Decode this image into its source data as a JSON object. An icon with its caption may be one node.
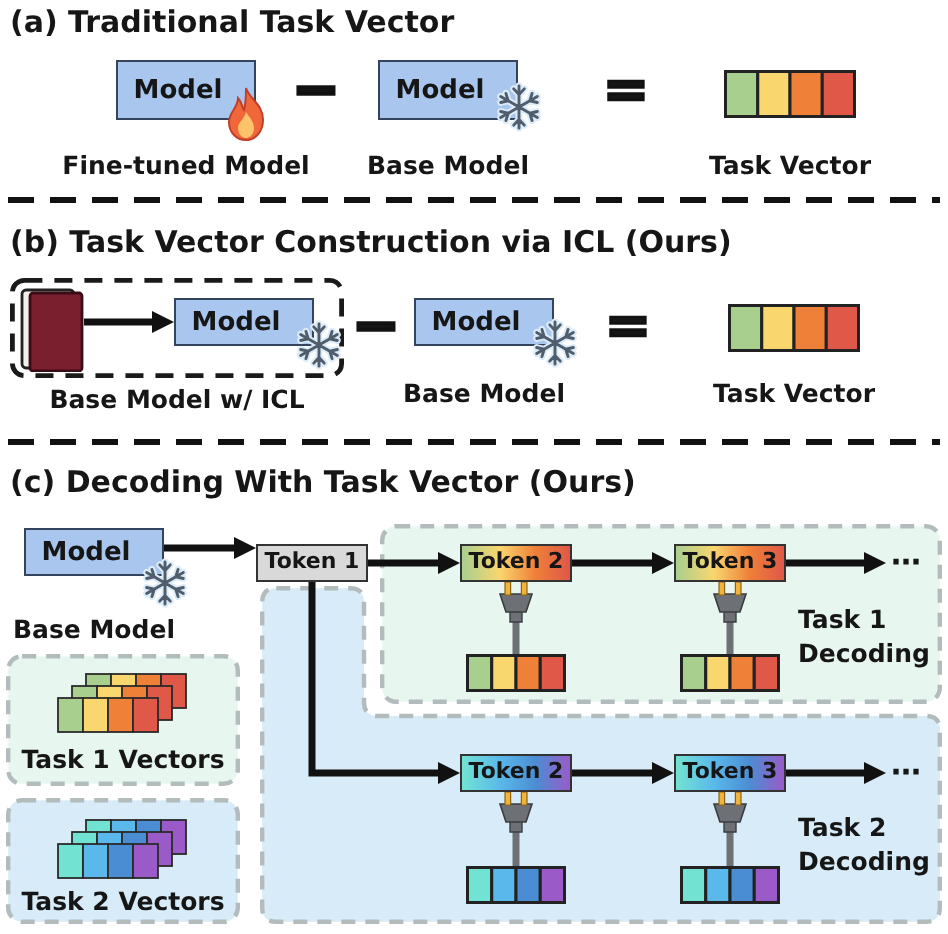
{
  "diagram": {
    "nodes": [
      {
        "text": [
          "Model"
        ],
        "beside": [
          "Fine-tuned Model"
        ]
      },
      {
        "text": [
          "Model"
        ],
        "beside": [
          "Base Model"
        ]
      },
      {
        "text": [],
        "shape": "bar",
        "beside": [
          "Task Vector"
        ]
      },
      {
        "text": [
          "Base Model w/ ICL"
        ]
      },
      {
        "text": [],
        "shape": "book",
        "in": 3
      },
      {
        "text": [
          "Model"
        ],
        "in": 3
      },
      {
        "text": [
          "Model"
        ],
        "beside": [
          "Base Model"
        ]
      },
      {
        "text": [],
        "shape": "bar",
        "beside": [
          "Task Vector"
        ]
      },
      {
        "text": [
          "Model"
        ],
        "beside": [
          "Base Model"
        ]
      },
      {
        "text": [
          "Token 1"
        ]
      },
      {
        "text": [
          "Task 1 Vectors"
        ]
      },
      {
        "text": [
          "Task 2 Vectors"
        ]
      },
      {
        "text": [
          "Task 1 Decoding"
        ]
      },
      {
        "text": [
          "Token 2"
        ],
        "in": 12
      },
      {
        "text": [],
        "shape": "bar",
        "in": 12
      },
      {
        "text": [
          "Token 3"
        ],
        "in": 12
      },
      {
        "text": [],
        "shape": "bar",
        "in": 12
      },
      {
        "text": [
          "⋯"
        ],
        "in": 12
      },
      {
        "text": [
          "Task 2 Decoding"
        ]
      },
      {
        "text": [
          "Token 2"
        ],
        "in": 18
      },
      {
        "text": [],
        "shape": "bar",
        "in": 18
      },
      {
        "text": [
          "Token 3"
        ],
        "in": 18
      },
      {
        "text": [],
        "shape": "bar",
        "in": 18
      },
      {
        "text": [
          "⋯"
        ],
        "in": 18
      }
    ],
    "edges": [
      {
        "from": 4,
        "to": 5,
        "arrow": "to"
      },
      {
        "from": 8,
        "to": 9,
        "arrow": "to"
      },
      {
        "from": 9,
        "to": 13,
        "arrow": "to"
      },
      {
        "from": 14,
        "to": 13,
        "arrow": "other",
        "color": "#6d7074"
      },
      {
        "from": 13,
        "to": 15,
        "arrow": "to"
      },
      {
        "from": 16,
        "to": 15,
        "arrow": "other",
        "color": "#6d7074"
      },
      {
        "from": 15,
        "to": 17,
        "arrow": "to"
      },
      {
        "from": 9,
        "to": 19,
        "arrow": "to"
      },
      {
        "from": 20,
        "to": 19,
        "arrow": "other",
        "color": "#6d7074"
      },
      {
        "from": 19,
        "to": 21,
        "arrow": "to"
      },
      {
        "from": 22,
        "to": 21,
        "arrow": "other",
        "color": "#6d7074"
      },
      {
        "from": 21,
        "to": 23,
        "arrow": "to"
      }
    ],
    "labels": [
      "(a) Traditional Task Vector",
      "−",
      "=",
      "(b) Task Vector Construction via ICL (Ours)",
      "−",
      "=",
      "(c) Decoding With Task Vector (Ours)"
    ]
  }
}
